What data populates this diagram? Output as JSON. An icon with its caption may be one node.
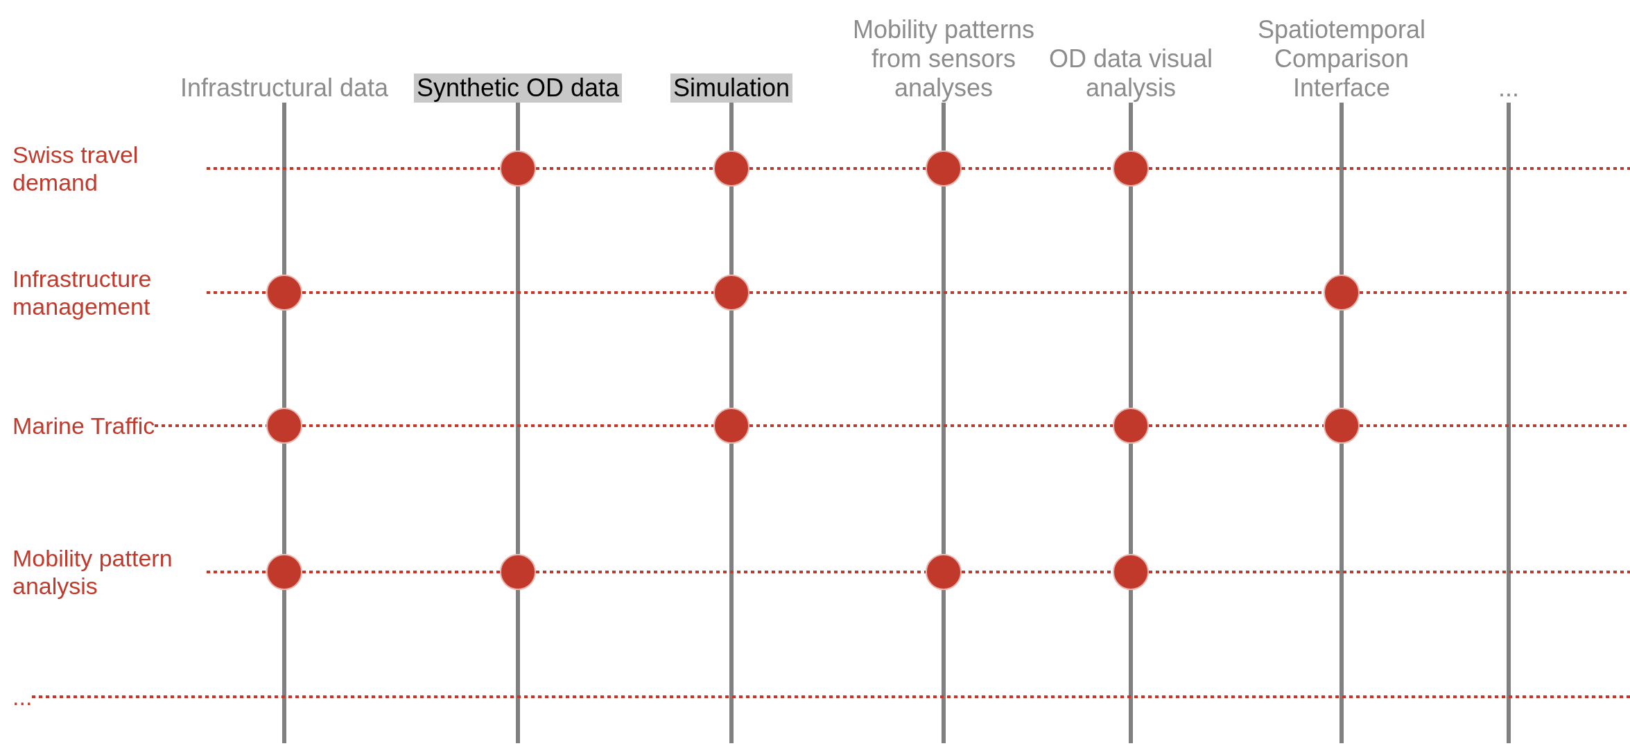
{
  "diagram": {
    "nodes": [
      {
        "text": [
          "Infrastructural data"
        ]
      },
      {
        "text": [
          "Synthetic OD data"
        ]
      },
      {
        "text": [
          "Simulation"
        ]
      },
      {
        "text": [
          "Mobility patterns from sensors analyses"
        ]
      },
      {
        "text": [
          "OD data visual analysis"
        ]
      },
      {
        "text": [
          "Spatiotemporal Comparison Interface"
        ]
      },
      {
        "text": [
          "..."
        ]
      },
      {
        "text": [
          "Swiss travel demand"
        ]
      },
      {
        "text": [
          "Infrastructure management"
        ]
      },
      {
        "text": [
          "Marine Traffic"
        ]
      },
      {
        "text": [
          "Mobility pattern analysis"
        ]
      },
      {
        "text": [
          "..."
        ]
      },
      {
        "text": [],
        "shape": "circle"
      },
      {
        "text": [],
        "shape": "circle"
      },
      {
        "text": [],
        "shape": "circle"
      },
      {
        "text": [],
        "shape": "circle"
      },
      {
        "text": [],
        "shape": "circle"
      },
      {
        "text": [],
        "shape": "circle"
      },
      {
        "text": [],
        "shape": "circle"
      },
      {
        "text": [],
        "shape": "circle"
      },
      {
        "text": [],
        "shape": "circle"
      },
      {
        "text": [],
        "shape": "circle"
      },
      {
        "text": [],
        "shape": "circle"
      },
      {
        "text": [],
        "shape": "circle"
      },
      {
        "text": [],
        "shape": "circle"
      },
      {
        "text": [],
        "shape": "circle"
      },
      {
        "text": [],
        "shape": "circle"
      }
    ],
    "edges": [
      {
        "from": 0,
        "to": 16,
        "arrow": "none"
      },
      {
        "from": 16,
        "to": 19,
        "arrow": "none"
      },
      {
        "from": 19,
        "to": 23,
        "arrow": "none"
      },
      {
        "from": 23,
        "to": null,
        "arrow": "none"
      },
      {
        "from": 1,
        "to": 12,
        "arrow": "none"
      },
      {
        "from": 12,
        "to": 24,
        "arrow": "none"
      },
      {
        "from": 24,
        "to": null,
        "arrow": "none"
      },
      {
        "from": 2,
        "to": 13,
        "arrow": "none"
      },
      {
        "from": 13,
        "to": 17,
        "arrow": "none"
      },
      {
        "from": 17,
        "to": 20,
        "arrow": "none"
      },
      {
        "from": 20,
        "to": null,
        "arrow": "none"
      },
      {
        "from": 3,
        "to": 14,
        "arrow": "none"
      },
      {
        "from": 14,
        "to": 25,
        "arrow": "none"
      },
      {
        "from": 25,
        "to": null,
        "arrow": "none"
      },
      {
        "from": 4,
        "to": 15,
        "arrow": "none"
      },
      {
        "from": 15,
        "to": 21,
        "arrow": "none"
      },
      {
        "from": 21,
        "to": 26,
        "arrow": "none"
      },
      {
        "from": 26,
        "to": null,
        "arrow": "none"
      },
      {
        "from": 5,
        "to": 18,
        "arrow": "none"
      },
      {
        "from": 18,
        "to": 22,
        "arrow": "none"
      },
      {
        "from": 22,
        "to": null,
        "arrow": "none"
      },
      {
        "from": 6,
        "to": null,
        "arrow": "none"
      },
      {
        "from": 7,
        "to": 12,
        "arrow": "none",
        "style": "dashed",
        "color": "#c0392b"
      },
      {
        "from": 12,
        "to": 13,
        "arrow": "none",
        "style": "dashed",
        "color": "#c0392b"
      },
      {
        "from": 13,
        "to": 14,
        "arrow": "none",
        "style": "dashed",
        "color": "#c0392b"
      },
      {
        "from": 14,
        "to": 15,
        "arrow": "none",
        "style": "dashed",
        "color": "#c0392b"
      },
      {
        "from": 15,
        "to": null,
        "arrow": "none",
        "style": "dashed",
        "color": "#c0392b"
      },
      {
        "from": 8,
        "to": 16,
        "arrow": "none",
        "style": "dashed",
        "color": "#c0392b"
      },
      {
        "from": 16,
        "to": 17,
        "arrow": "none",
        "style": "dashed",
        "color": "#c0392b"
      },
      {
        "from": 17,
        "to": 18,
        "arrow": "none",
        "style": "dashed",
        "color": "#c0392b"
      },
      {
        "from": 18,
        "to": null,
        "arrow": "none",
        "style": "dashed",
        "color": "#c0392b"
      },
      {
        "from": 9,
        "to": 19,
        "arrow": "none",
        "style": "dashed",
        "color": "#c0392b"
      },
      {
        "from": 19,
        "to": 20,
        "arrow": "none",
        "style": "dashed",
        "color": "#c0392b"
      },
      {
        "from": 20,
        "to": 21,
        "arrow": "none",
        "style": "dashed",
        "color": "#c0392b"
      },
      {
        "from": 21,
        "to": 22,
        "arrow": "none",
        "style": "dashed",
        "color": "#c0392b"
      },
      {
        "from": 22,
        "to": null,
        "arrow": "none",
        "style": "dashed",
        "color": "#c0392b"
      },
      {
        "from": 10,
        "to": 23,
        "arrow": "none",
        "style": "dashed",
        "color": "#c0392b"
      },
      {
        "from": 23,
        "to": 24,
        "arrow": "none",
        "style": "dashed",
        "color": "#c0392b"
      },
      {
        "from": 24,
        "to": 25,
        "arrow": "none",
        "style": "dashed",
        "color": "#c0392b"
      },
      {
        "from": 25,
        "to": 26,
        "arrow": "none",
        "style": "dashed",
        "color": "#c0392b"
      },
      {
        "from": 26,
        "to": null,
        "arrow": "none",
        "style": "dashed",
        "color": "#c0392b"
      },
      {
        "from": 11,
        "to": null,
        "arrow": "none",
        "style": "dashed",
        "color": "#c0392b"
      }
    ]
  }
}
